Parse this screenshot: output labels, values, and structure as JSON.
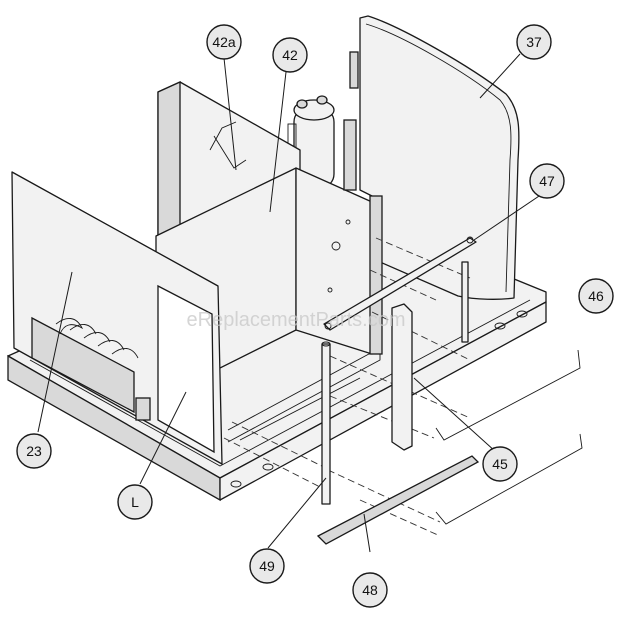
{
  "watermark": "eReplacementParts.com",
  "callouts": {
    "c42a": "42a",
    "c42": "42",
    "c37": "37",
    "c47": "47",
    "c46": "46",
    "c23": "23",
    "c45": "45",
    "cL": "L",
    "c49": "49",
    "c48": "48"
  }
}
